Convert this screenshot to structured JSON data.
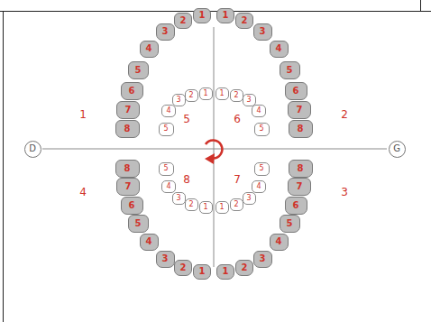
{
  "diagram": {
    "nodes": [
      {
        "text": [
          "8"
        ]
      },
      {
        "text": [
          "7"
        ]
      },
      {
        "text": [
          "6"
        ]
      },
      {
        "text": [
          "5"
        ]
      },
      {
        "text": [
          "4"
        ]
      },
      {
        "text": [
          "3"
        ]
      },
      {
        "text": [
          "2"
        ]
      },
      {
        "text": [
          "1"
        ]
      },
      {
        "text": [
          "1"
        ]
      },
      {
        "text": [
          "2"
        ]
      },
      {
        "text": [
          "3"
        ]
      },
      {
        "text": [
          "4"
        ]
      },
      {
        "text": [
          "5"
        ]
      },
      {
        "text": [
          "6"
        ]
      },
      {
        "text": [
          "7"
        ]
      },
      {
        "text": [
          "8"
        ]
      },
      {
        "text": [
          "5"
        ]
      },
      {
        "text": [
          "4"
        ]
      },
      {
        "text": [
          "3"
        ]
      },
      {
        "text": [
          "2"
        ]
      },
      {
        "text": [
          "1"
        ]
      },
      {
        "text": [
          "1"
        ]
      },
      {
        "text": [
          "2"
        ]
      },
      {
        "text": [
          "3"
        ]
      },
      {
        "text": [
          "4"
        ]
      },
      {
        "text": [
          "5"
        ]
      },
      {
        "text": [
          "D"
        ]
      },
      {
        "text": [
          "G"
        ]
      },
      {
        "text": [
          "5"
        ]
      },
      {
        "text": [
          "4"
        ]
      },
      {
        "text": [
          "3"
        ]
      },
      {
        "text": [
          "2"
        ]
      },
      {
        "text": [
          "1"
        ]
      },
      {
        "text": [
          "1"
        ]
      },
      {
        "text": [
          "2"
        ]
      },
      {
        "text": [
          "3"
        ]
      },
      {
        "text": [
          "4"
        ]
      },
      {
        "text": [
          "5"
        ]
      },
      {
        "text": [
          "8"
        ]
      },
      {
        "text": [
          "7"
        ]
      },
      {
        "text": [
          "6"
        ]
      },
      {
        "text": [
          "5"
        ]
      },
      {
        "text": [
          "4"
        ]
      },
      {
        "text": [
          "3"
        ]
      },
      {
        "text": [
          "2"
        ]
      },
      {
        "text": [
          "1"
        ]
      },
      {
        "text": [
          "1"
        ]
      },
      {
        "text": [
          "2"
        ]
      },
      {
        "text": [
          "3"
        ]
      },
      {
        "text": [
          "4"
        ]
      },
      {
        "text": [
          "5"
        ]
      },
      {
        "text": [
          "6"
        ]
      },
      {
        "text": [
          "7"
        ]
      },
      {
        "text": [
          "8"
        ]
      }
    ],
    "labels": [
      "1",
      "5",
      "6",
      "2",
      "4",
      "8",
      "7",
      "3"
    ]
  }
}
